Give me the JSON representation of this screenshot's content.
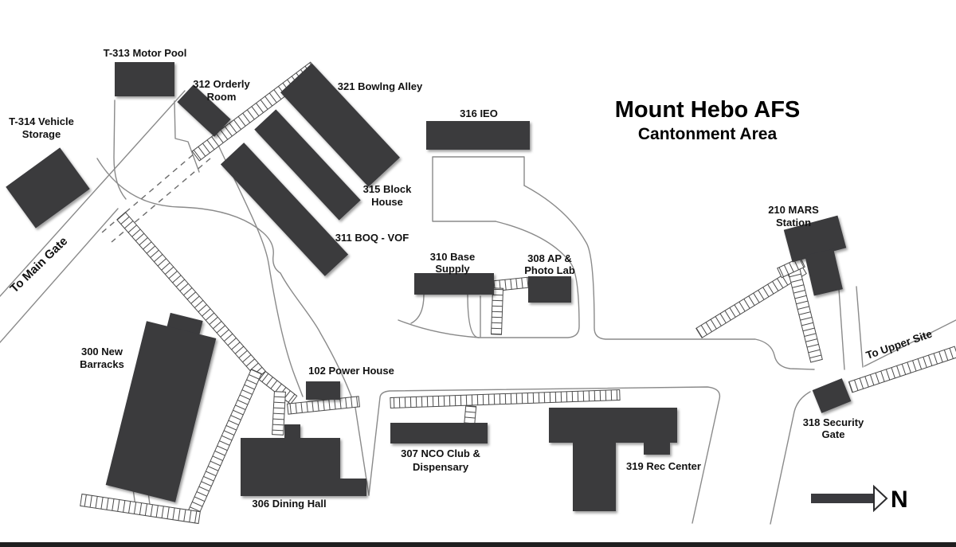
{
  "title": {
    "line1": "Mount Hebo AFS",
    "line2": "Cantonment Area"
  },
  "compass": {
    "label": "N"
  },
  "road_labels": {
    "main_gate": "To Main Gate",
    "upper_site": "To Upper Site"
  },
  "buildings": {
    "t313": {
      "l1": "T-313 Motor Pool"
    },
    "t314": {
      "l1": "T-314 Vehicle",
      "l2": "Storage"
    },
    "b312": {
      "l1": "312 Orderly",
      "l2": "Room"
    },
    "b321": {
      "l1": "321 Bowlng Alley"
    },
    "b315": {
      "l1": "315 Block",
      "l2": "House"
    },
    "b311": {
      "l1": "311 BOQ - VOF"
    },
    "b316": {
      "l1": "316 IEO"
    },
    "b310": {
      "l1": "310 Base",
      "l2": "Supply"
    },
    "b308": {
      "l1": "308 AP &",
      "l2": "Photo Lab"
    },
    "b210": {
      "l1": "210 MARS",
      "l2": "Station"
    },
    "b318": {
      "l1": "318 Security",
      "l2": "Gate"
    },
    "b300": {
      "l1": "300 New",
      "l2": "Barracks"
    },
    "b102": {
      "l1": "102 Power House"
    },
    "b306": {
      "l1": "306 Dining Hall"
    },
    "b307": {
      "l1": "307 NCO Club &",
      "l2": "Dispensary"
    },
    "b319": {
      "l1": "319 Rec Center"
    }
  },
  "colors": {
    "building": "#3a3a3e",
    "road": "#8a8a8a",
    "walkway": "#4a4a4a",
    "background": "#ffffff",
    "text": "#111111"
  }
}
